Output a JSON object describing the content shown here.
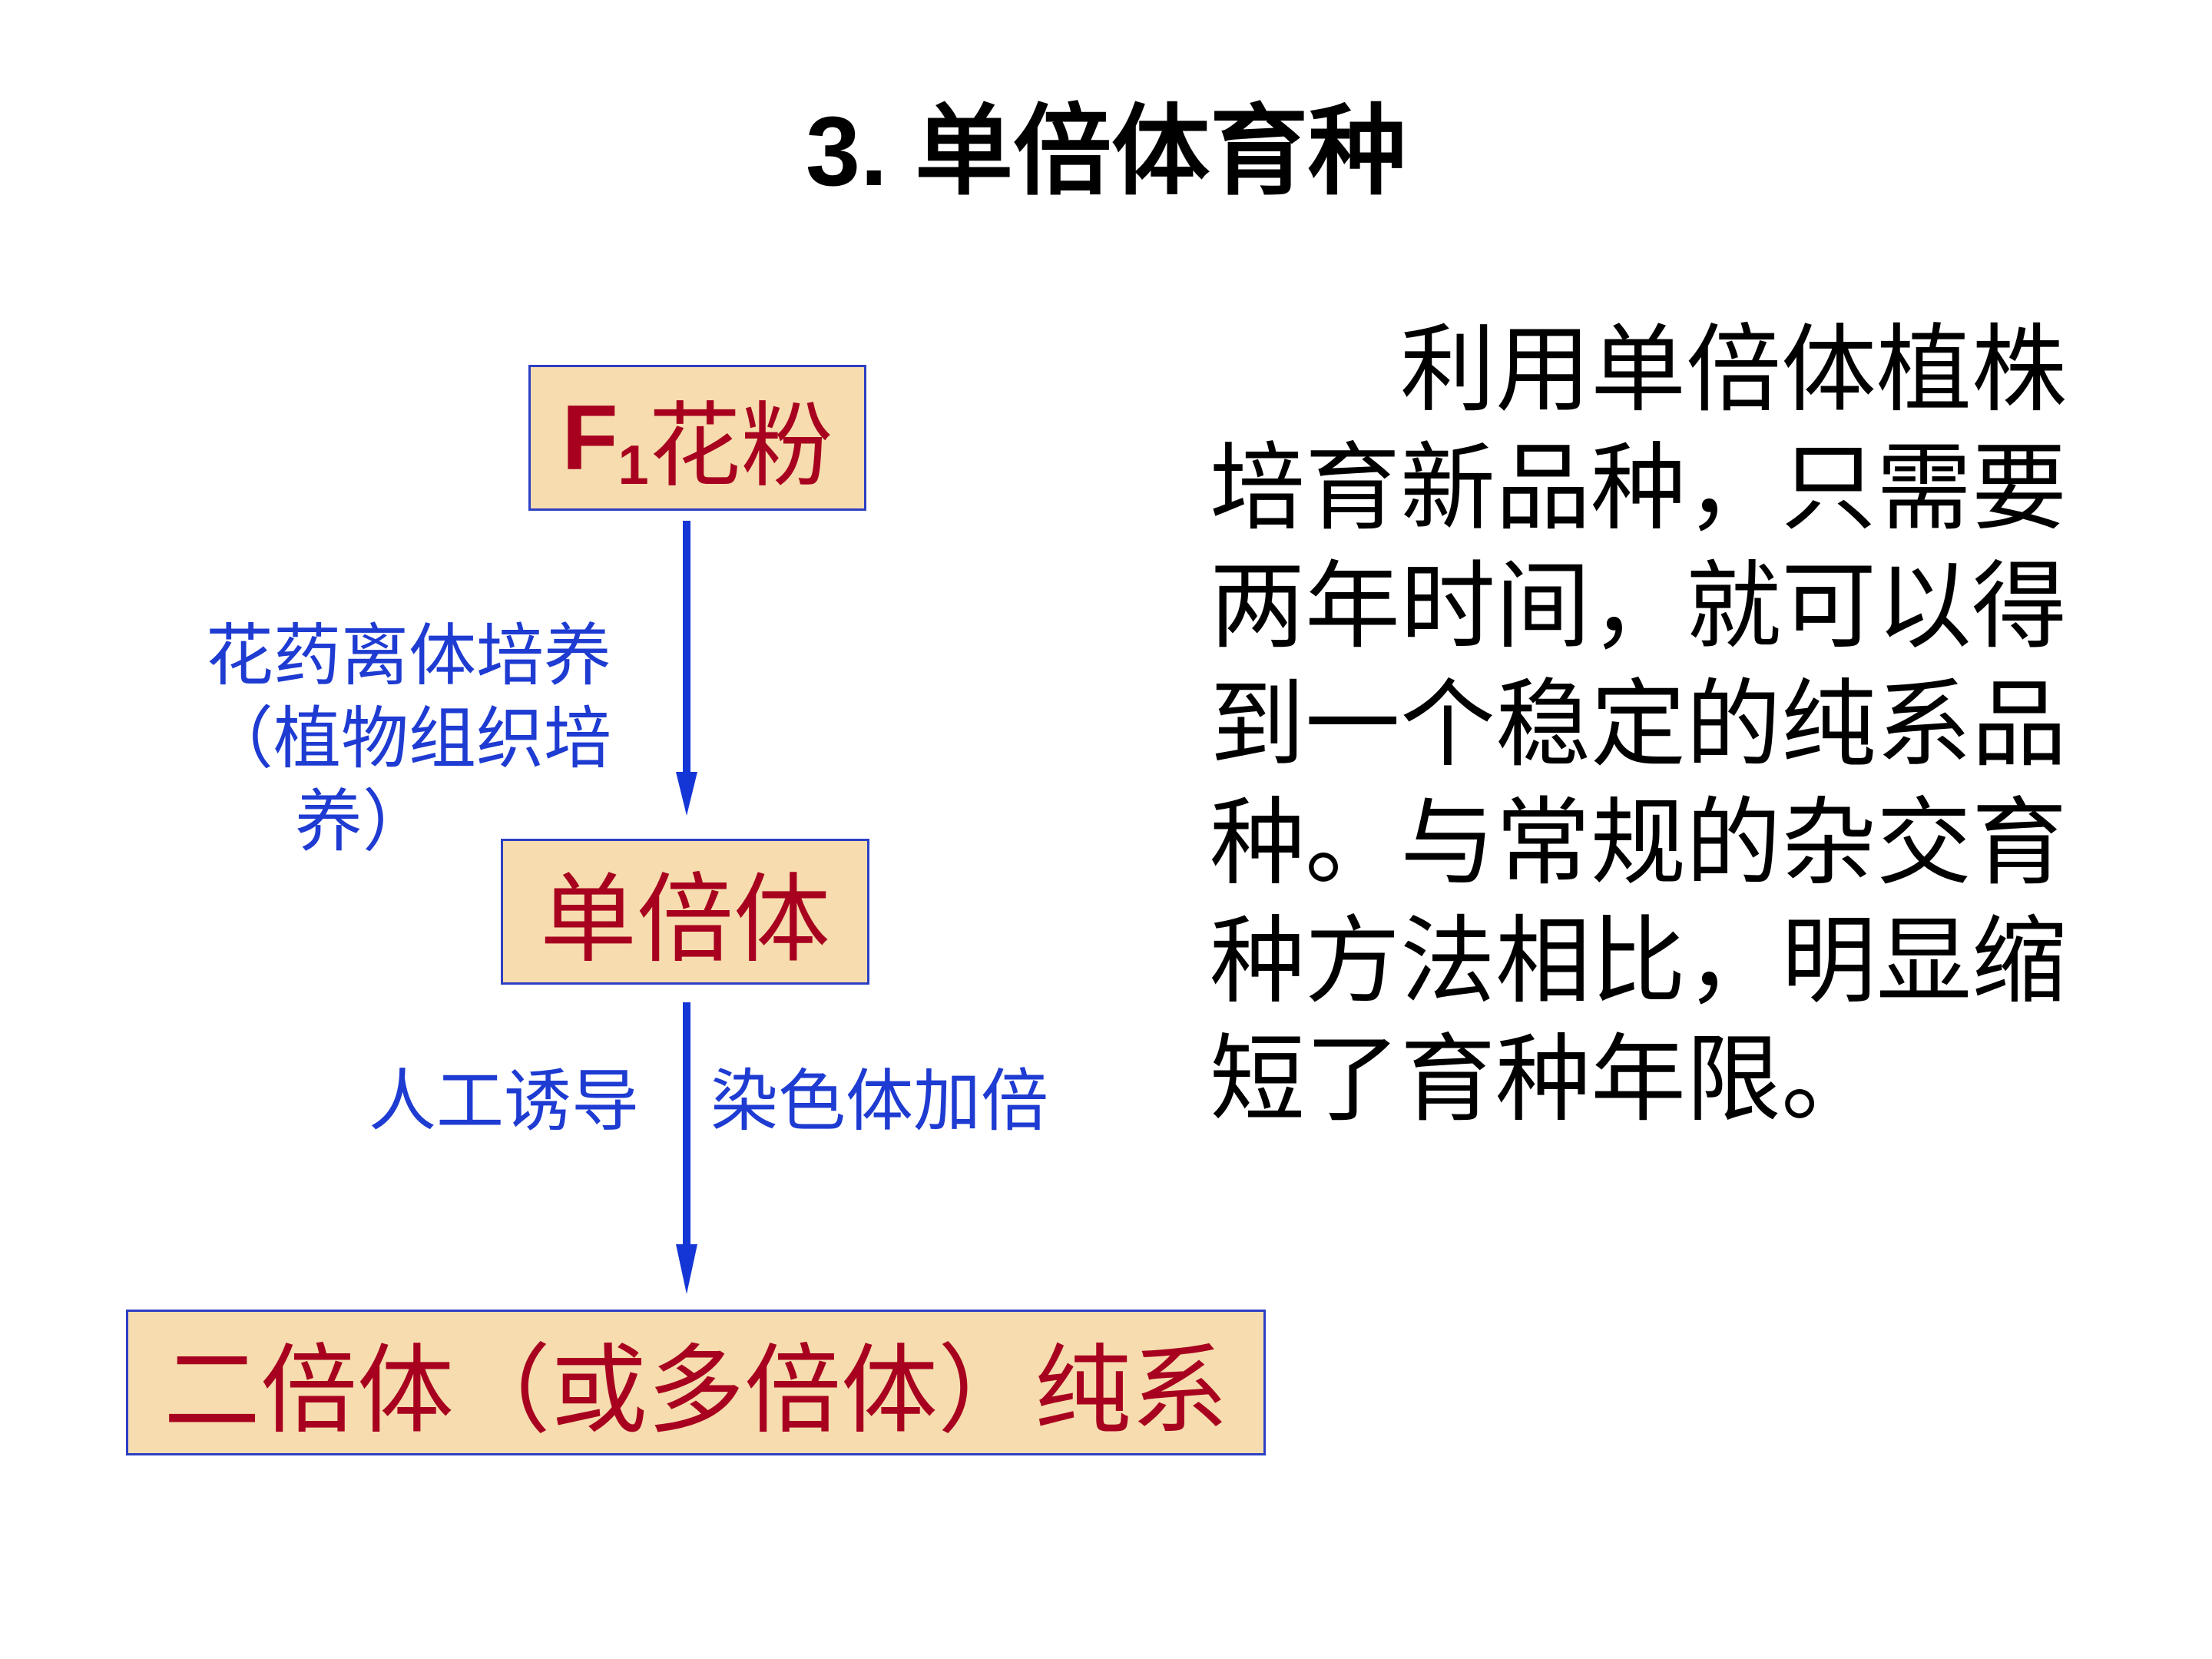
{
  "title": "3. 单倍体育种",
  "flow": {
    "box1": {
      "main": "F",
      "subscript": "1",
      "rest": "花粉"
    },
    "step1": {
      "line1": "花药离体培养",
      "line2": "（植物组织培",
      "line3": "养）"
    },
    "box2": "单倍体",
    "step2": {
      "left": "人工诱导",
      "right": "染色体加倍"
    },
    "box3": "二倍体（或多倍体）纯系"
  },
  "description": "利用单倍体植株培育新品种，只需要两年时间，就可以得到一个稳定的纯系品种。与常规的杂交育种方法相比，明显缩短了育种年限。",
  "colors": {
    "box_fill": "#f6dcae",
    "box_border": "#2c3fc4",
    "box_text": "#a8001f",
    "step_text": "#1e3bd2",
    "arrow": "#1536d6"
  }
}
